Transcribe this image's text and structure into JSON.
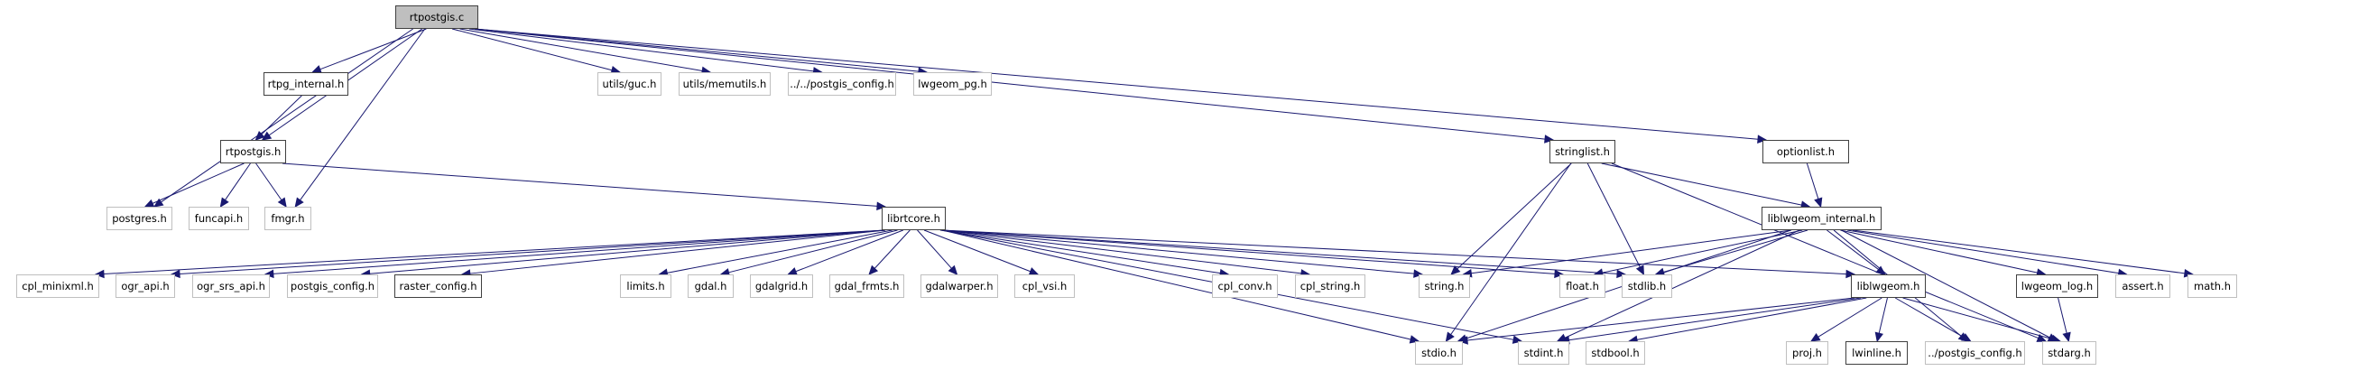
{
  "title": "rtpostgis.c include dependency graph",
  "colors": {
    "edge": "#191970",
    "root_fill": "#bfbfbf",
    "doc_border": "#404040",
    "ext_border": "#bfbfbf"
  },
  "nodes": [
    {
      "id": "rtpostgis_c",
      "label": "rtpostgis.c",
      "kind": "root"
    },
    {
      "id": "rtpg_internal_h",
      "label": "rtpg_internal.h",
      "kind": "doc"
    },
    {
      "id": "utils_guc_h",
      "label": "utils/guc.h",
      "kind": "ext"
    },
    {
      "id": "utils_memutils_h",
      "label": "utils/memutils.h",
      "kind": "ext"
    },
    {
      "id": "postgis_config_rel2_h",
      "label": "../../postgis_config.h",
      "kind": "ext"
    },
    {
      "id": "lwgeom_pg_h",
      "label": "lwgeom_pg.h",
      "kind": "ext"
    },
    {
      "id": "rtpostgis_h",
      "label": "rtpostgis.h",
      "kind": "doc"
    },
    {
      "id": "stringlist_h",
      "label": "stringlist.h",
      "kind": "doc"
    },
    {
      "id": "optionlist_h",
      "label": "optionlist.h",
      "kind": "doc"
    },
    {
      "id": "postgres_h",
      "label": "postgres.h",
      "kind": "ext"
    },
    {
      "id": "funcapi_h",
      "label": "funcapi.h",
      "kind": "ext"
    },
    {
      "id": "fmgr_h",
      "label": "fmgr.h",
      "kind": "ext"
    },
    {
      "id": "librtcore_h",
      "label": "librtcore.h",
      "kind": "doc"
    },
    {
      "id": "liblwgeom_internal_h",
      "label": "liblwgeom_internal.h",
      "kind": "doc"
    },
    {
      "id": "cpl_minixml_h",
      "label": "cpl_minixml.h",
      "kind": "ext"
    },
    {
      "id": "ogr_api_h",
      "label": "ogr_api.h",
      "kind": "ext"
    },
    {
      "id": "ogr_srs_api_h",
      "label": "ogr_srs_api.h",
      "kind": "ext"
    },
    {
      "id": "postgis_config_h",
      "label": "postgis_config.h",
      "kind": "ext"
    },
    {
      "id": "raster_config_h",
      "label": "raster_config.h",
      "kind": "doc"
    },
    {
      "id": "limits_h",
      "label": "limits.h",
      "kind": "ext"
    },
    {
      "id": "gdal_h",
      "label": "gdal.h",
      "kind": "ext"
    },
    {
      "id": "gdalgrid_h",
      "label": "gdalgrid.h",
      "kind": "ext"
    },
    {
      "id": "gdal_frmts_h",
      "label": "gdal_frmts.h",
      "kind": "ext"
    },
    {
      "id": "gdalwarper_h",
      "label": "gdalwarper.h",
      "kind": "ext"
    },
    {
      "id": "cpl_vsi_h",
      "label": "cpl_vsi.h",
      "kind": "ext"
    },
    {
      "id": "cpl_conv_h",
      "label": "cpl_conv.h",
      "kind": "ext"
    },
    {
      "id": "cpl_string_h",
      "label": "cpl_string.h",
      "kind": "ext"
    },
    {
      "id": "string_h",
      "label": "string.h",
      "kind": "ext"
    },
    {
      "id": "float_h",
      "label": "float.h",
      "kind": "ext"
    },
    {
      "id": "stdlib_h",
      "label": "stdlib.h",
      "kind": "ext"
    },
    {
      "id": "liblwgeom_h",
      "label": "liblwgeom.h",
      "kind": "doc"
    },
    {
      "id": "lwgeom_log_h",
      "label": "lwgeom_log.h",
      "kind": "doc"
    },
    {
      "id": "assert_h",
      "label": "assert.h",
      "kind": "ext"
    },
    {
      "id": "math_h",
      "label": "math.h",
      "kind": "ext"
    },
    {
      "id": "stdio_h",
      "label": "stdio.h",
      "kind": "ext"
    },
    {
      "id": "stdint_h",
      "label": "stdint.h",
      "kind": "ext"
    },
    {
      "id": "stdbool_h",
      "label": "stdbool.h",
      "kind": "ext"
    },
    {
      "id": "proj_h",
      "label": "proj.h",
      "kind": "ext"
    },
    {
      "id": "lwinline_h",
      "label": "lwinline.h",
      "kind": "doc"
    },
    {
      "id": "postgis_config_rel1_h",
      "label": "../postgis_config.h",
      "kind": "ext"
    },
    {
      "id": "stdarg_h",
      "label": "stdarg.h",
      "kind": "ext"
    }
  ],
  "edges": [
    [
      "rtpostgis_c",
      "rtpg_internal_h"
    ],
    [
      "rtpostgis_c",
      "utils_guc_h"
    ],
    [
      "rtpostgis_c",
      "utils_memutils_h"
    ],
    [
      "rtpostgis_c",
      "postgis_config_rel2_h"
    ],
    [
      "rtpostgis_c",
      "lwgeom_pg_h"
    ],
    [
      "rtpostgis_c",
      "rtpostgis_h"
    ],
    [
      "rtpostgis_c",
      "postgres_h"
    ],
    [
      "rtpostgis_c",
      "fmgr_h"
    ],
    [
      "rtpostgis_c",
      "stringlist_h"
    ],
    [
      "rtpostgis_c",
      "optionlist_h"
    ],
    [
      "rtpg_internal_h",
      "rtpostgis_h"
    ],
    [
      "rtpostgis_h",
      "postgres_h"
    ],
    [
      "rtpostgis_h",
      "funcapi_h"
    ],
    [
      "rtpostgis_h",
      "fmgr_h"
    ],
    [
      "rtpostgis_h",
      "librtcore_h"
    ],
    [
      "stringlist_h",
      "stdio_h"
    ],
    [
      "stringlist_h",
      "string_h"
    ],
    [
      "stringlist_h",
      "stdlib_h"
    ],
    [
      "stringlist_h",
      "liblwgeom_internal_h"
    ],
    [
      "stringlist_h",
      "stdarg_h"
    ],
    [
      "optionlist_h",
      "liblwgeom_internal_h"
    ],
    [
      "librtcore_h",
      "cpl_minixml_h"
    ],
    [
      "librtcore_h",
      "ogr_api_h"
    ],
    [
      "librtcore_h",
      "ogr_srs_api_h"
    ],
    [
      "librtcore_h",
      "postgis_config_h"
    ],
    [
      "librtcore_h",
      "raster_config_h"
    ],
    [
      "librtcore_h",
      "limits_h"
    ],
    [
      "librtcore_h",
      "gdal_h"
    ],
    [
      "librtcore_h",
      "gdalgrid_h"
    ],
    [
      "librtcore_h",
      "gdal_frmts_h"
    ],
    [
      "librtcore_h",
      "gdalwarper_h"
    ],
    [
      "librtcore_h",
      "cpl_vsi_h"
    ],
    [
      "librtcore_h",
      "cpl_conv_h"
    ],
    [
      "librtcore_h",
      "cpl_string_h"
    ],
    [
      "librtcore_h",
      "string_h"
    ],
    [
      "librtcore_h",
      "stdio_h"
    ],
    [
      "librtcore_h",
      "stdint_h"
    ],
    [
      "librtcore_h",
      "float_h"
    ],
    [
      "librtcore_h",
      "stdlib_h"
    ],
    [
      "librtcore_h",
      "liblwgeom_h"
    ],
    [
      "liblwgeom_internal_h",
      "string_h"
    ],
    [
      "liblwgeom_internal_h",
      "stdio_h"
    ],
    [
      "liblwgeom_internal_h",
      "float_h"
    ],
    [
      "liblwgeom_internal_h",
      "stdlib_h"
    ],
    [
      "liblwgeom_internal_h",
      "stdint_h"
    ],
    [
      "liblwgeom_internal_h",
      "liblwgeom_h"
    ],
    [
      "liblwgeom_internal_h",
      "lwgeom_log_h"
    ],
    [
      "liblwgeom_internal_h",
      "assert_h"
    ],
    [
      "liblwgeom_internal_h",
      "math_h"
    ],
    [
      "liblwgeom_internal_h",
      "postgis_config_rel1_h"
    ],
    [
      "liblwgeom_internal_h",
      "stdarg_h"
    ],
    [
      "liblwgeom_h",
      "stdio_h"
    ],
    [
      "liblwgeom_h",
      "stdint_h"
    ],
    [
      "liblwgeom_h",
      "stdbool_h"
    ],
    [
      "liblwgeom_h",
      "proj_h"
    ],
    [
      "liblwgeom_h",
      "lwinline_h"
    ],
    [
      "liblwgeom_h",
      "postgis_config_rel1_h"
    ],
    [
      "liblwgeom_h",
      "stdarg_h"
    ],
    [
      "lwgeom_log_h",
      "stdarg_h"
    ]
  ]
}
